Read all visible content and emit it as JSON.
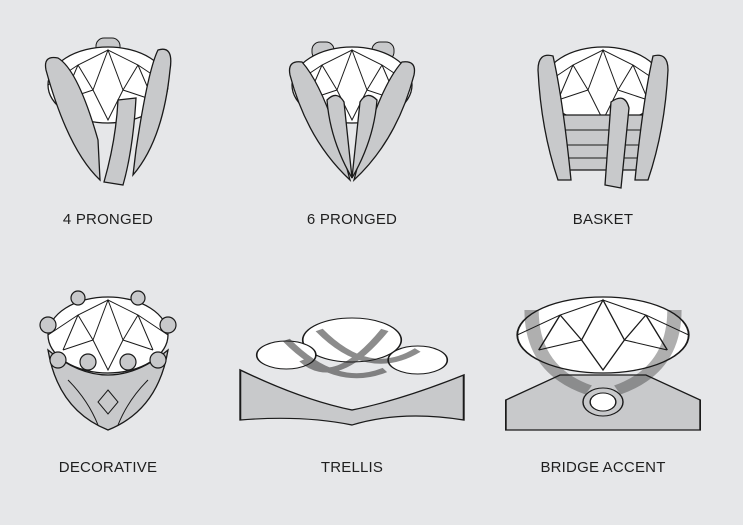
{
  "settings": [
    {
      "label": "4 PRONGED"
    },
    {
      "label": "6 PRONGED"
    },
    {
      "label": "BASKET"
    },
    {
      "label": "DECORATIVE"
    },
    {
      "label": "TRELLIS"
    },
    {
      "label": "BRIDGE ACCENT"
    }
  ],
  "colors": {
    "background": "#e6e7e9",
    "metal": "#c8c9cb",
    "gem": "#ffffff",
    "outline": "#1a1a1a"
  }
}
